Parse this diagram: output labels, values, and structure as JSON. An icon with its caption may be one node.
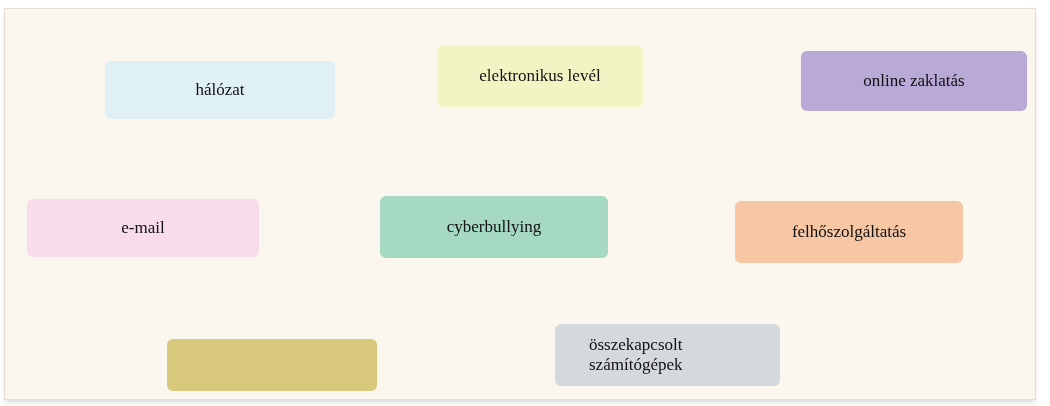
{
  "diagram": {
    "nodes": [
      {
        "text": [
          "hálózat"
        ]
      },
      {
        "text": [
          "elektronikus levél"
        ]
      },
      {
        "text": [
          "online zaklatás"
        ]
      },
      {
        "text": [
          "e-mail"
        ]
      },
      {
        "text": [
          "cyberbullying"
        ]
      },
      {
        "text": [
          "felhőszolgáltatás"
        ]
      },
      {
        "text": [],
        "shape": "box"
      },
      {
        "text": [
          "összekapcsolt számítógépek"
        ]
      }
    ]
  }
}
